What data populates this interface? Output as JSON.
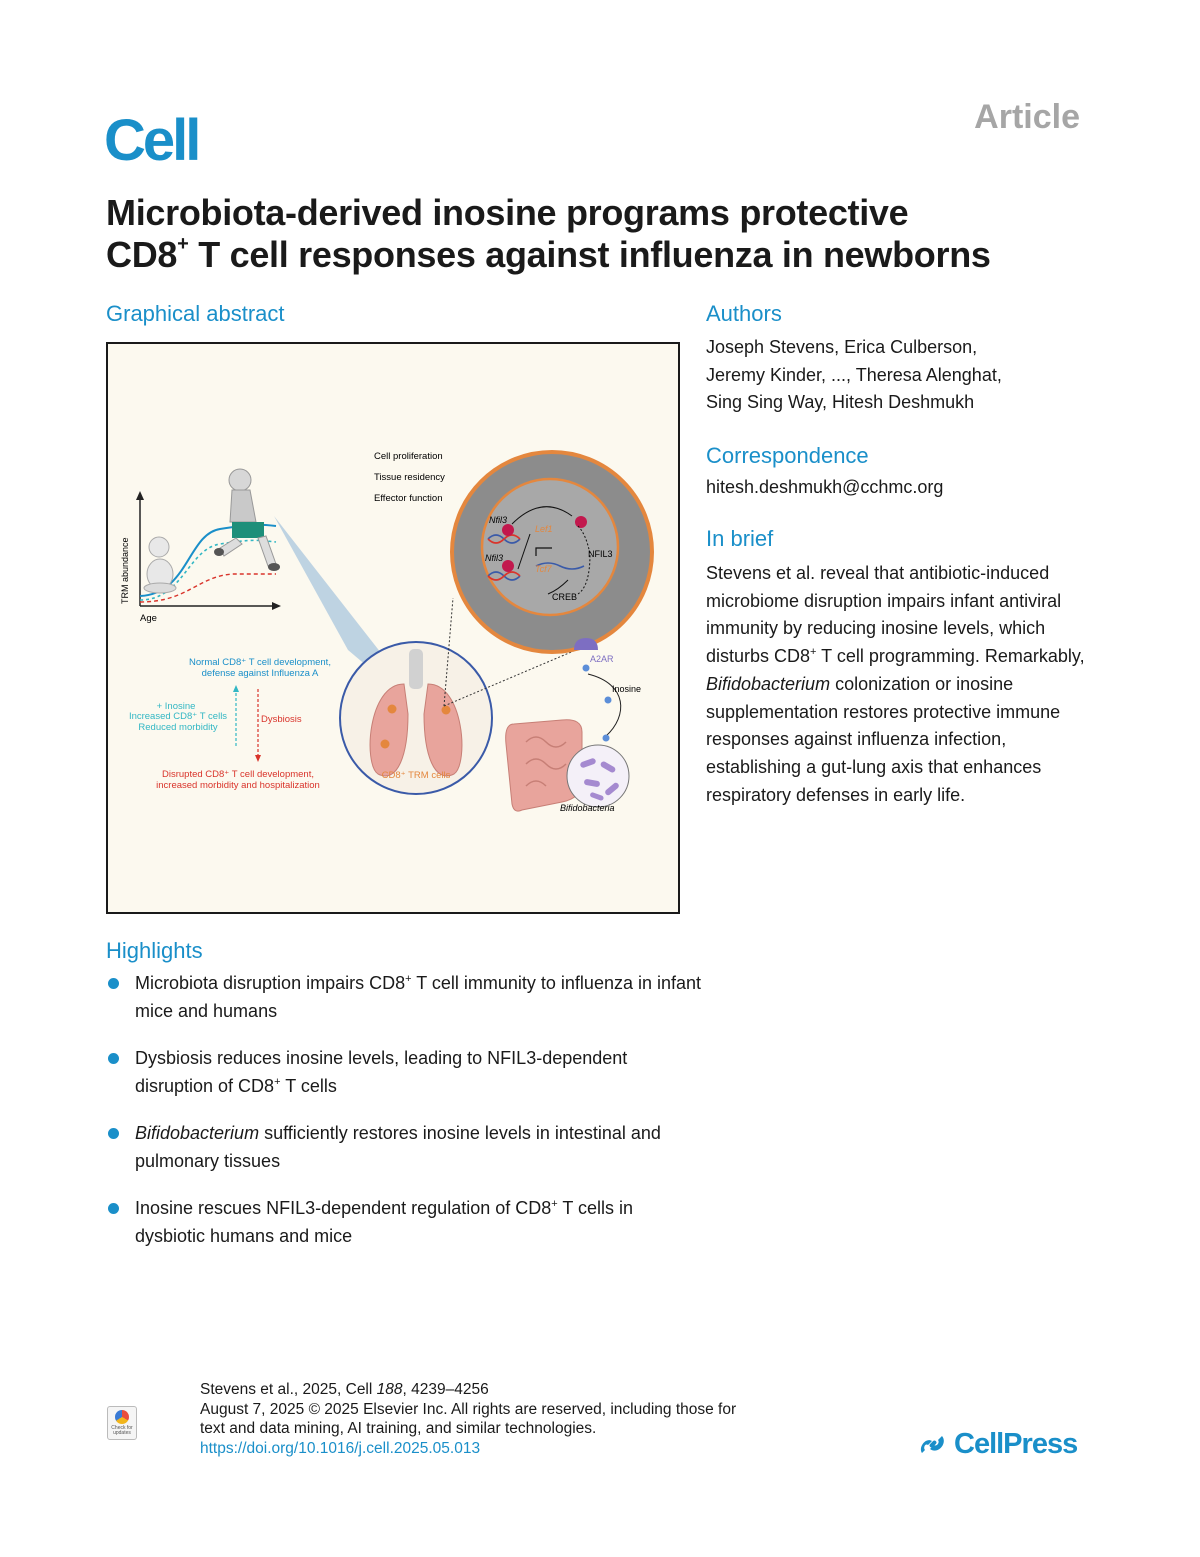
{
  "header": {
    "journal": "Cell",
    "article_type": "Article"
  },
  "title": {
    "line1": "Microbiota-derived inosine programs protective",
    "line2_pre": "CD8",
    "line2_sup": "+",
    "line2_post": " T cell responses against influenza in newborns"
  },
  "graphical_abstract": {
    "heading": "Graphical abstract",
    "labels": {
      "cell_proliferation": "Cell proliferation",
      "tissue_residency": "Tissue residency",
      "effector_function": "Effector function",
      "trm_abundance": "TRM abundance",
      "age": "Age",
      "normal_dev_1": "Normal CD8⁺ T cell development,",
      "normal_dev_2": "defense against Influenza A",
      "inosine": "+ Inosine",
      "increased_cells": "Increased CD8⁺ T cells",
      "reduced_morbidity": "Reduced morbidity",
      "dysbiosis": "Dysbiosis",
      "disrupted_1": "Disrupted CD8⁺ T cell development,",
      "disrupted_2": "increased morbidity and hospitalization",
      "trm_cells": "CD8⁺ TRM cells",
      "nfil3_a": "Nfil3",
      "lef1": "Lef1",
      "nfil3_b": "Nfil3",
      "tcf7": "Tcf7",
      "nfil3_protein": "NFIL3",
      "creb": "CREB",
      "a2ar": "A2AR",
      "inosine_label": "Inosine",
      "bifidobacteria": "Bifidobacteria"
    }
  },
  "authors": {
    "heading": "Authors",
    "line1": "Joseph Stevens, Erica Culberson,",
    "line2": "Jeremy Kinder, ..., Theresa Alenghat,",
    "line3": "Sing Sing Way, Hitesh Deshmukh"
  },
  "correspondence": {
    "heading": "Correspondence",
    "email": "hitesh.deshmukh@cchmc.org"
  },
  "in_brief": {
    "heading": "In brief",
    "text_a": "Stevens et al. reveal that antibiotic-induced microbiome disruption impairs infant antiviral immunity by reducing inosine levels, which disturbs CD8",
    "sup": "+",
    "text_b": " T cell programming. Remarkably, ",
    "italic": "Bifidobacterium",
    "text_c": " colonization or inosine supplementation restores protective immune responses against influenza infection, establishing a gut-lung axis that enhances respiratory defenses in early life."
  },
  "highlights": {
    "heading": "Highlights",
    "item1_a": "Microbiota disruption impairs CD8",
    "item1_sup": "+",
    "item1_b": " T cell immunity to influenza in infant mice and humans",
    "item2_a": "Dysbiosis reduces inosine levels, leading to NFIL3-dependent disruption of CD8",
    "item2_sup": "+",
    "item2_b": " T cells",
    "item3_italic": "Bifidobacterium",
    "item3_b": " sufficiently restores inosine levels in intestinal and pulmonary tissues",
    "item4_a": "Inosine rescues NFIL3-dependent regulation of CD8",
    "item4_sup": "+",
    "item4_b": " T cells in dysbiotic humans and mice"
  },
  "footer": {
    "citation_a": "Stevens et al., 2025, Cell ",
    "citation_vol": "188",
    "citation_b": ", 4239–4256",
    "copyright_line1": "August 7, 2025 © 2025 Elsevier Inc. All rights are reserved, including those for",
    "copyright_line2": "text and data mining, AI training, and similar technologies.",
    "doi": "https://doi.org/10.1016/j.cell.2025.05.013",
    "check_badge": "Check for updates",
    "publisher": "CellPress"
  },
  "colors": {
    "accent": "#1a8fc9",
    "article_gray": "#a6a6a6",
    "figure_bg": "#fcf9ef",
    "cell_ring": "#e4873e",
    "cell_gray": "#8c8c8c",
    "lung": "#e8a49c",
    "red_curve": "#d9342b",
    "teal": "#32b7c4"
  }
}
